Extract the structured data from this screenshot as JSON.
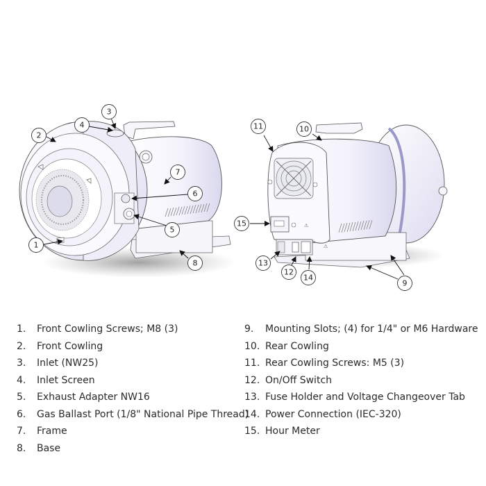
{
  "legend": {
    "left": [
      {
        "num": "1.",
        "label": "Front Cowling Screws; M8 (3)"
      },
      {
        "num": "2.",
        "label": "Front Cowling"
      },
      {
        "num": "3.",
        "label": "Inlet (NW25)"
      },
      {
        "num": "4.",
        "label": "Inlet Screen"
      },
      {
        "num": "5.",
        "label": "Exhaust Adapter NW16"
      },
      {
        "num": "6.",
        "label": "Gas Ballast Port (1/8\" National Pipe Thread)"
      },
      {
        "num": "7.",
        "label": "Frame"
      },
      {
        "num": "8.",
        "label": "Base"
      }
    ],
    "right": [
      {
        "num": "9.",
        "label": "Mounting Slots; (4) for 1/4\" or M6 Hardware"
      },
      {
        "num": "10.",
        "label": "Rear Cowling"
      },
      {
        "num": "11.",
        "label": "Rear Cowling Screws: M5 (3)"
      },
      {
        "num": "12.",
        "label": "On/Off Switch"
      },
      {
        "num": "13.",
        "label": "Fuse Holder and Voltage Changeover Tab"
      },
      {
        "num": "14.",
        "label": "Power Connection (IEC-320)"
      },
      {
        "num": "15.",
        "label": "Hour Meter"
      }
    ]
  },
  "callouts": {
    "c1": "1",
    "c2": "2",
    "c3": "3",
    "c4": "4",
    "c5": "5",
    "c6": "6",
    "c7": "7",
    "c8": "8",
    "c9": "9",
    "c10": "10",
    "c11": "11",
    "c12": "12",
    "c13": "13",
    "c14": "14",
    "c15": "15"
  },
  "colors": {
    "body_fill": "#f4f3fb",
    "shade": "#dcdbef",
    "line": "#555566",
    "shadow": "#8a8a8a"
  }
}
